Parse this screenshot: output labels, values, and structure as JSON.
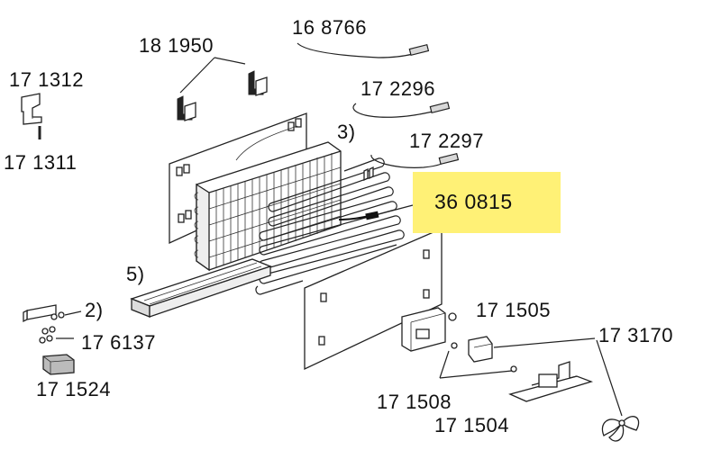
{
  "colors": {
    "highlight": "#fff176",
    "ink": "#222222"
  },
  "labels": {
    "p168766": "16 8766",
    "p181950": "18 1950",
    "p171312": "17 1312",
    "p171311": "17 1311",
    "p172296": "17 2296",
    "p172297": "17 2297",
    "ref3": "3)",
    "p360815": "36 0815",
    "ref5": "5)",
    "ref2": "2)",
    "p176137": "17 6137",
    "p171505": "17 1505",
    "p173170": "17 3170",
    "p171524": "17 1524",
    "p171508": "17 1508",
    "p171504": "17 1504"
  }
}
